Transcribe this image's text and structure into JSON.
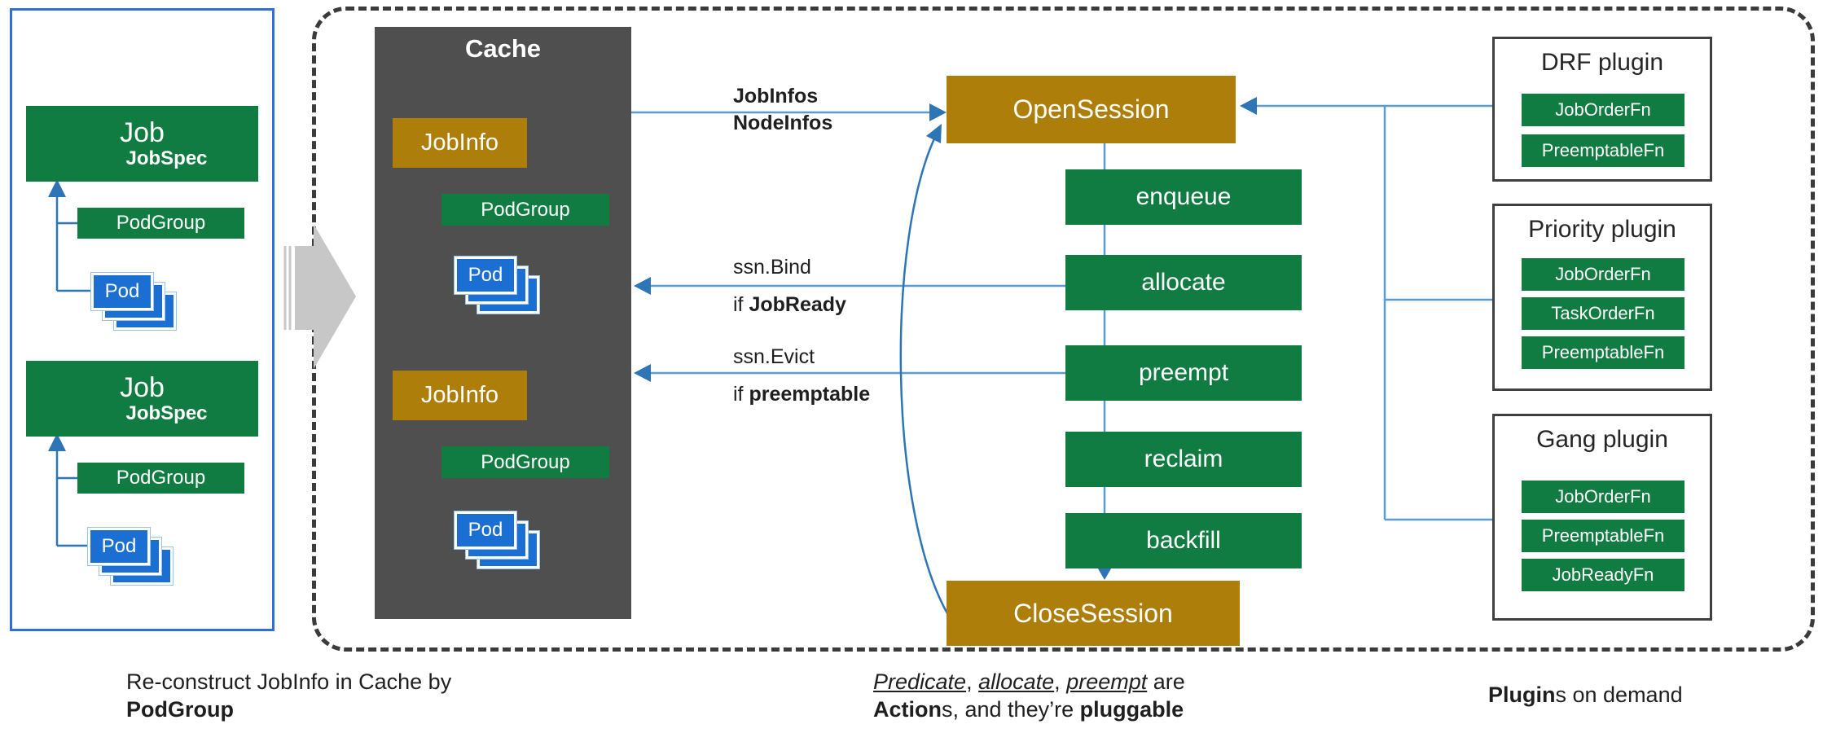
{
  "left_panel": {
    "jobs": [
      {
        "title": "Job",
        "subtitle": "JobSpec",
        "podgroup": "PodGroup",
        "pod": "Pod"
      },
      {
        "title": "Job",
        "subtitle": "JobSpec",
        "podgroup": "PodGroup",
        "pod": "Pod"
      }
    ],
    "caption_line1": "Re-construct JobInfo in Cache by",
    "caption_line2": "PodGroup"
  },
  "cache": {
    "title": "Cache",
    "jobinfos": [
      {
        "title": "JobInfo",
        "podgroup": "PodGroup",
        "pod": "Pod"
      },
      {
        "title": "JobInfo",
        "podgroup": "PodGroup",
        "pod": "Pod"
      }
    ]
  },
  "flow": {
    "to_session_line1": "JobInfos",
    "to_session_line2": "NodeInfos",
    "bind_label": "ssn.Bind",
    "bind_cond_prefix": "if ",
    "bind_cond_bold": "JobReady",
    "evict_label": "ssn.Evict",
    "evict_cond_prefix": "if ",
    "evict_cond_bold": "preemptable"
  },
  "pipeline": {
    "open": "OpenSession",
    "actions": [
      "enqueue",
      "allocate",
      "preempt",
      "reclaim",
      "backfill"
    ],
    "close": "CloseSession"
  },
  "plugins": [
    {
      "title": "DRF plugin",
      "functions": [
        "JobOrderFn",
        "PreemptableFn"
      ]
    },
    {
      "title": "Priority plugin",
      "functions": [
        "JobOrderFn",
        "TaskOrderFn",
        "PreemptableFn"
      ]
    },
    {
      "title": "Gang plugin",
      "functions": [
        "JobOrderFn",
        "PreemptableFn",
        "JobReadyFn"
      ]
    }
  ],
  "captions": {
    "center": {
      "italic1": "Predicate",
      "sep1": ", ",
      "italic2": "allocate",
      "sep2": ", ",
      "italic3": "preempt",
      "tail": " are",
      "bold1": "Action",
      "mid": "s, and they’re ",
      "bold2": "pluggable"
    },
    "right": {
      "bold": "Plugin",
      "tail": "s on demand"
    }
  },
  "colors": {
    "green": "#107c41",
    "gold": "#ad7f0a",
    "pod_blue": "#1b6ed2",
    "line_blue": "#5b9bd5",
    "arrow_blue": "#2e75b6",
    "cache_gray": "#4f4f4f",
    "block_arrow_gray": "#c7c7c7",
    "frame_dash_gray": "#3b3b3b",
    "panel_border_blue": "#2f6fd6"
  }
}
